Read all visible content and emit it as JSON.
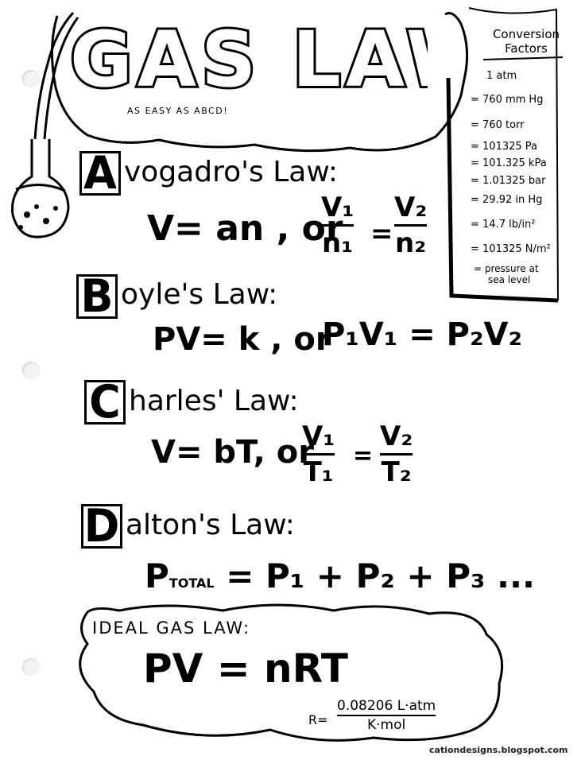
{
  "title": "GAS LAWS",
  "subtitle": "AS EASY AS ABCD!",
  "conversion": {
    "heading_line1": "Conversion",
    "heading_line2": "Factors",
    "items": [
      "1 atm",
      "= 760 mm Hg",
      "= 760 torr",
      "= 101325 Pa",
      "= 101.325 kPa",
      "= 1.01325 bar",
      "= 29.92 in Hg",
      "= 14.7 lb/in²",
      "= 101325 N/m²"
    ],
    "note_line1": "= pressure at",
    "note_line2": "sea level"
  },
  "laws": {
    "a": {
      "letter": "A",
      "rest": "vogadro's Law:",
      "eq_left": "V= an , or",
      "frac1_num": "V₁",
      "frac1_den": "n₁",
      "equals": "=",
      "frac2_num": "V₂",
      "frac2_den": "n₂"
    },
    "b": {
      "letter": "B",
      "rest": "oyle's Law:",
      "eq_left": "PV= k , or",
      "eq_right": "P₁V₁ = P₂V₂"
    },
    "c": {
      "letter": "C",
      "rest": "harles' Law:",
      "eq_left": "V= bT, or",
      "frac1_num": "V₁",
      "frac1_den": "T₁",
      "equals": "=",
      "frac2_num": "V₂",
      "frac2_den": "T₂"
    },
    "d": {
      "letter": "D",
      "rest": "alton's Law:",
      "eq_p": "P",
      "eq_sub": "TOTAL",
      "eq_right": "= P₁ + P₂ + P₃ ..."
    }
  },
  "ideal": {
    "title": "IDEAL GAS LAW:",
    "equation": "PV = nRT",
    "r_label": "R=",
    "r_num": "0.08206 L·atm",
    "r_den": "K·mol"
  },
  "watermark": "cationdesigns.blogspot.com"
}
